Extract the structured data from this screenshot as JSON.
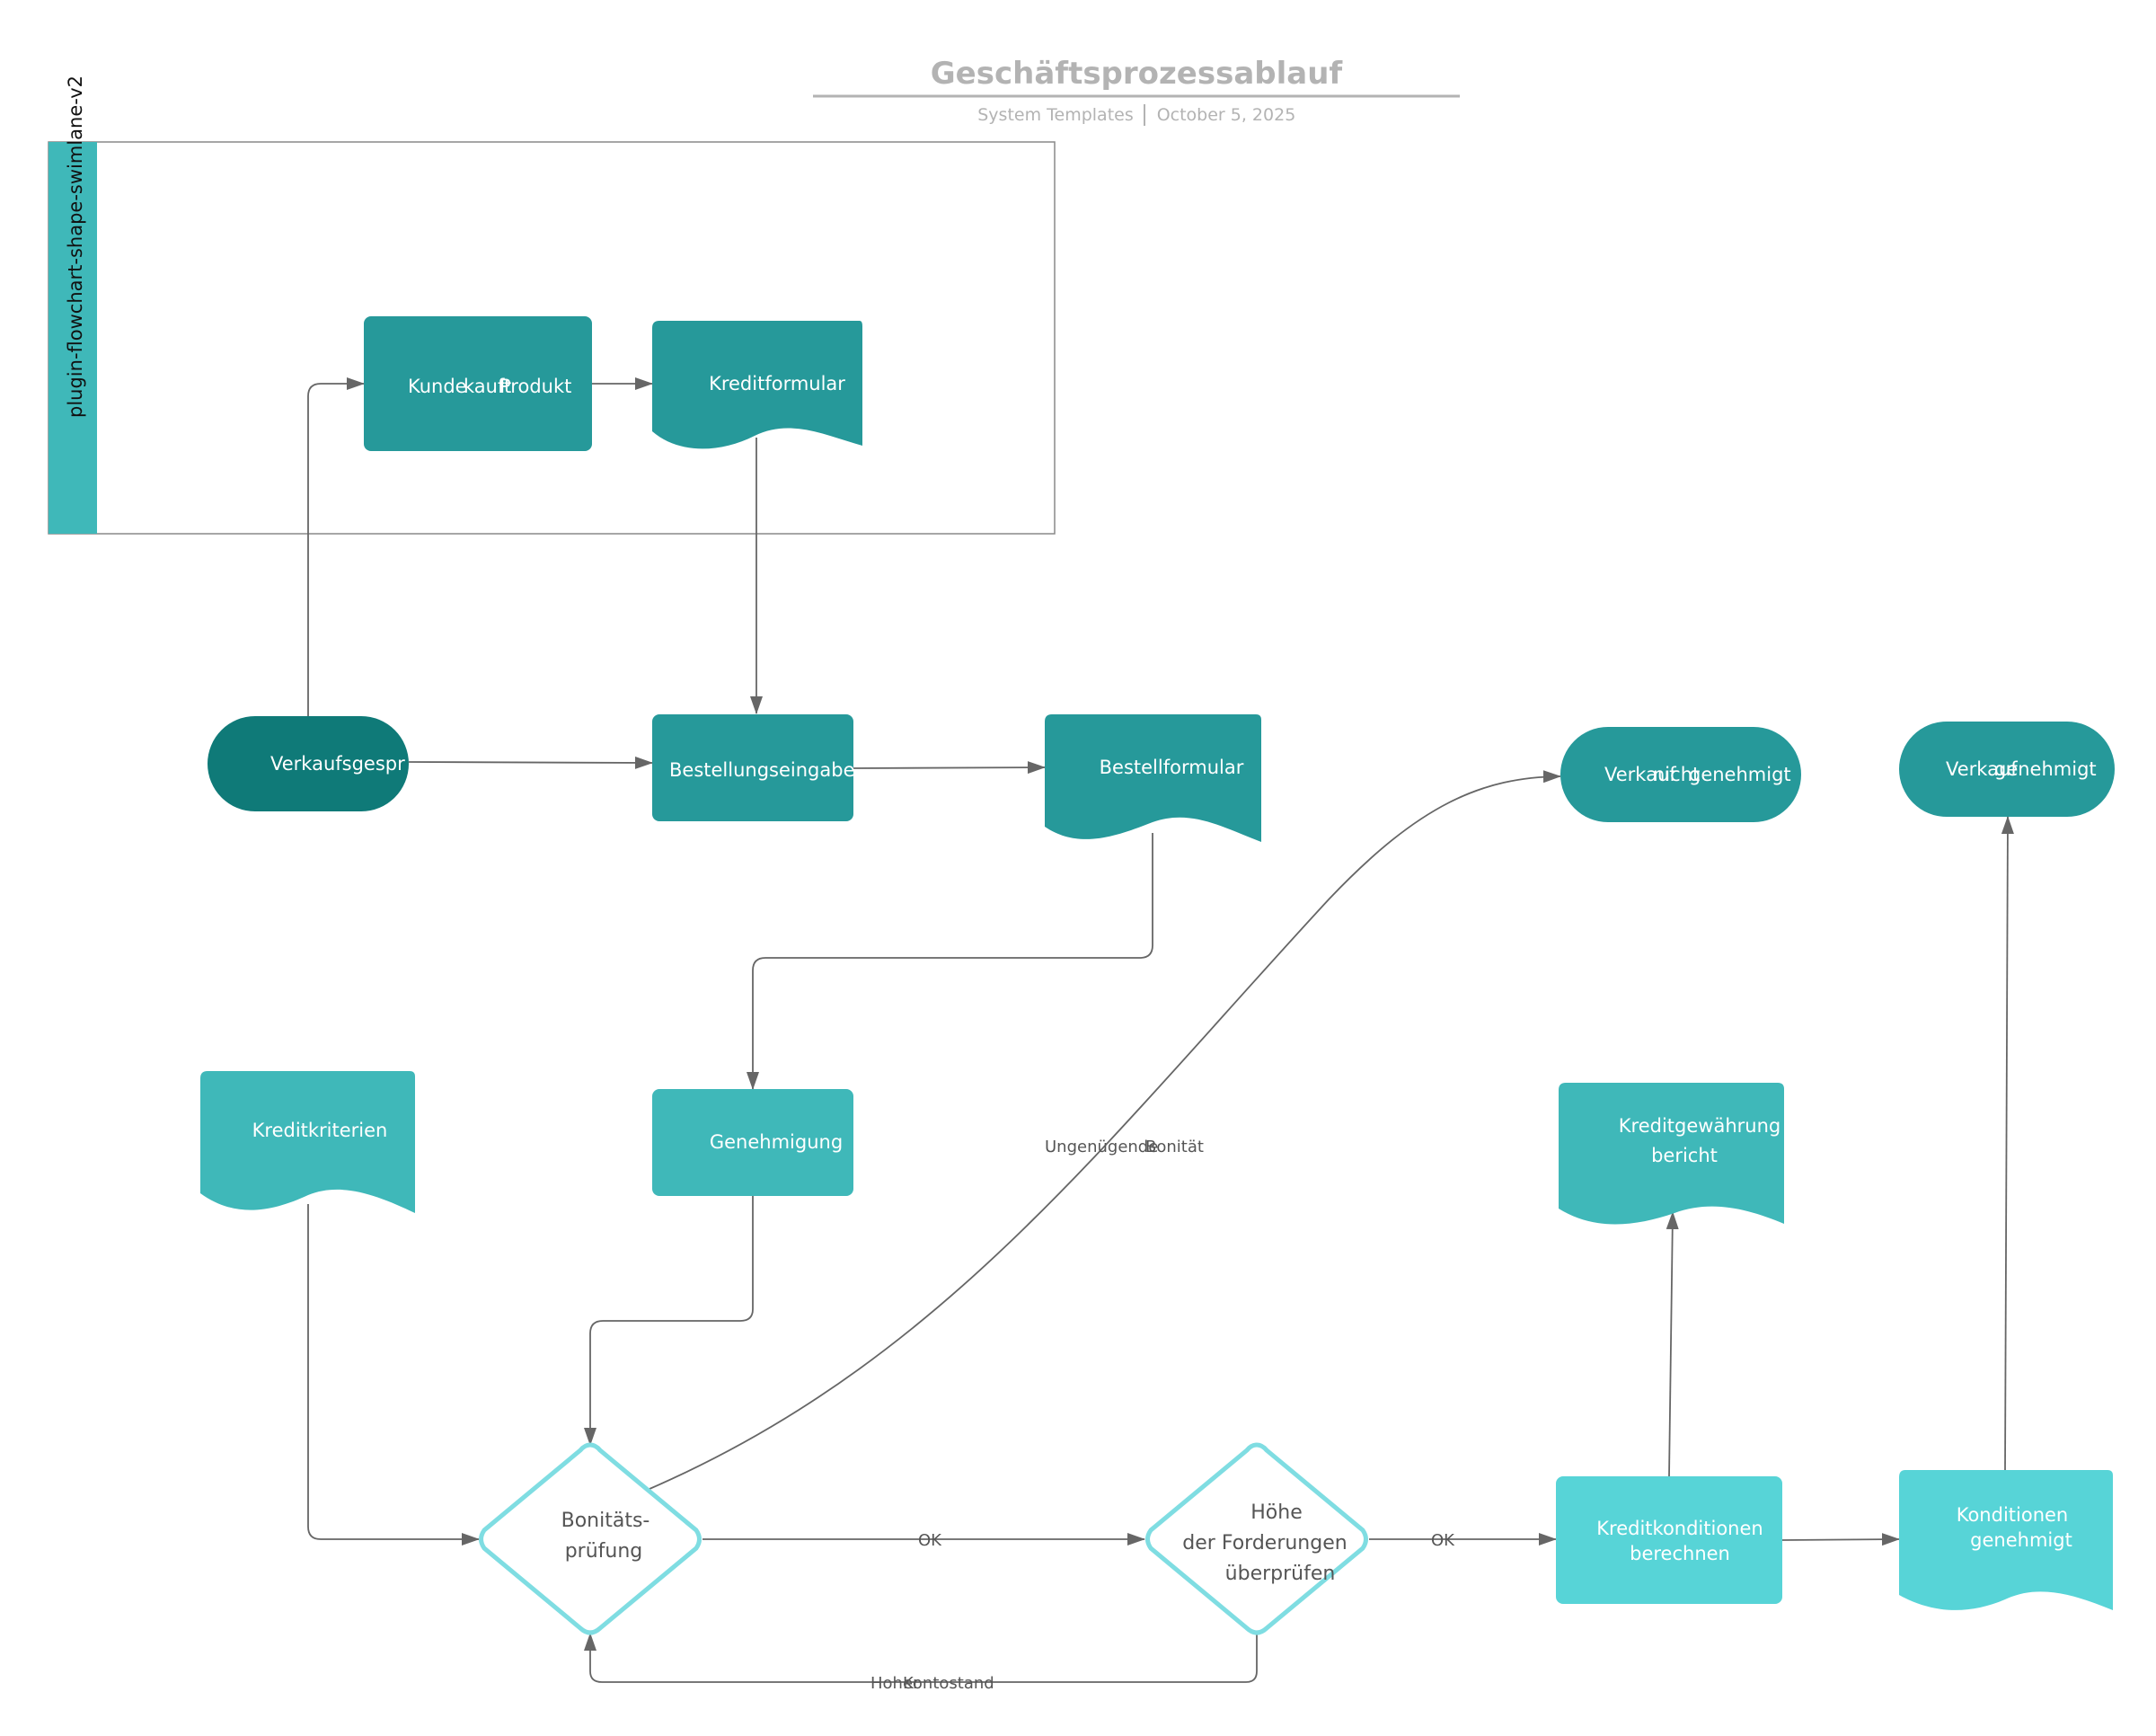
{
  "header": {
    "title": "Geschäftsprozessablauf",
    "source": "System Templates",
    "date": "October 5, 2025"
  },
  "swimlane": {
    "label": "plugin-flowchart-shape-swimlane-v2"
  },
  "colors": {
    "dark_teal": "#0f7a78",
    "teal": "#26999a",
    "mid_teal": "#3fb8b9",
    "light_teal": "#57d4d7",
    "decision_stroke": "#7fdde2",
    "edge": "#666666"
  },
  "nodes": {
    "kunde": {
      "line1a": "Kunde",
      "line1b": "kauft",
      "line1c": "Produkt"
    },
    "kreditformular": {
      "label": "Kreditformular"
    },
    "verkaufsgespraech": {
      "label": "Verkaufsgespr"
    },
    "bestellungseingabe": {
      "label": "Bestellungseingabe"
    },
    "bestellformular": {
      "label": "Bestellformular"
    },
    "verkauf_nicht": {
      "a": "Verkauf",
      "b": "nicht",
      "c": "genehmigt"
    },
    "verkauf_genehmigt": {
      "a": "Verkauf",
      "b": "genehmigt"
    },
    "kreditkriterien": {
      "label": "Kreditkriterien"
    },
    "genehmigung": {
      "label": "Genehmigung"
    },
    "kreditbericht": {
      "line1": "Kreditgewährung",
      "line2": "bericht"
    },
    "bonitaet": {
      "line1": "Bonitäts-",
      "line2": "prüfung"
    },
    "hoehe": {
      "line1": "Höhe",
      "line2": "der Forderungen",
      "line3": "überprüfen"
    },
    "kreditkonditionen": {
      "line1": "Kreditkonditionen",
      "line2": "berechnen"
    },
    "konditionen": {
      "line1": "Konditionen",
      "line2": "genehmigt"
    }
  },
  "edges": {
    "ungenuegend_a": "Ungenügende",
    "ungenuegend_b": "Bonität",
    "ok1": "OK",
    "ok2": "OK",
    "hoher_a": "Hoher",
    "hoher_b": "Kontostand"
  }
}
